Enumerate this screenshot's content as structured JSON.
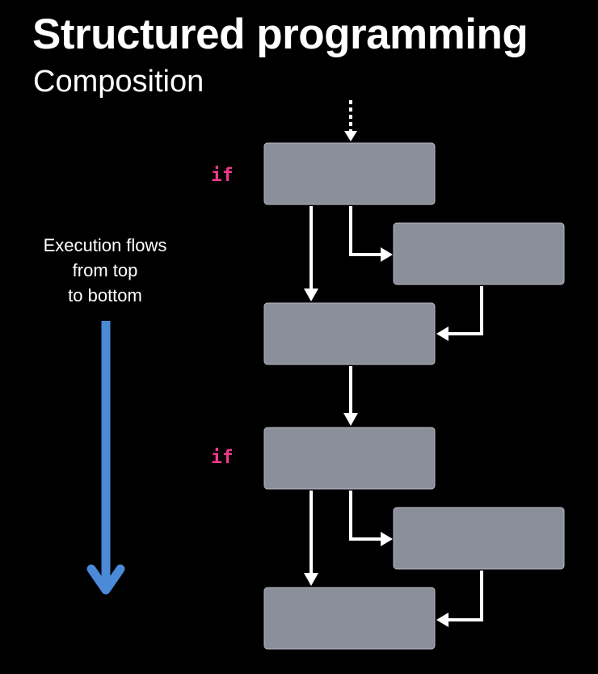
{
  "slide": {
    "title": "Structured programming",
    "subtitle": "Composition",
    "flow_label": [
      "Execution flows",
      "from top",
      "to bottom"
    ]
  },
  "diagram": {
    "keywords": [
      "if",
      "if"
    ],
    "blocks": [
      "",
      "",
      "",
      "",
      "",
      ""
    ]
  },
  "colors": {
    "background": "#000000",
    "text": "#ffffff",
    "block_fill": "#8a8f99",
    "block_stroke": "#b5bac3",
    "connector": "#ffffff",
    "keyword": "#ee3a8c",
    "flow_arrow": "#4a8ad6"
  }
}
